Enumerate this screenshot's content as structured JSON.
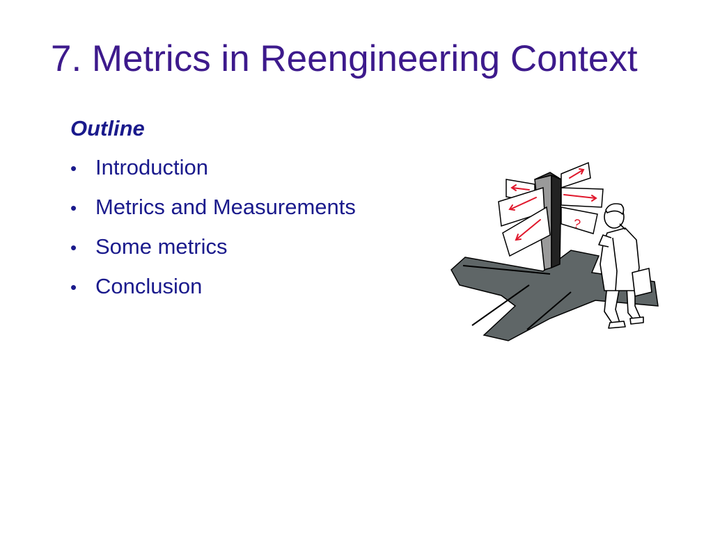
{
  "slide": {
    "title": "7. Metrics in Reengineering Context",
    "outline_heading": "Outline",
    "bullet_glyph": "•",
    "bullets": [
      "Introduction",
      "Metrics and Measurements",
      "Some metrics",
      "Conclusion"
    ]
  },
  "clipart": {
    "icon": "signpost-crossroads-man-icon",
    "sign_symbol": "?"
  },
  "colors": {
    "title": "#3d1a8c",
    "body_text": "#1a1a8c",
    "shadow": "#5f6667",
    "arrows": "#e0182c"
  }
}
